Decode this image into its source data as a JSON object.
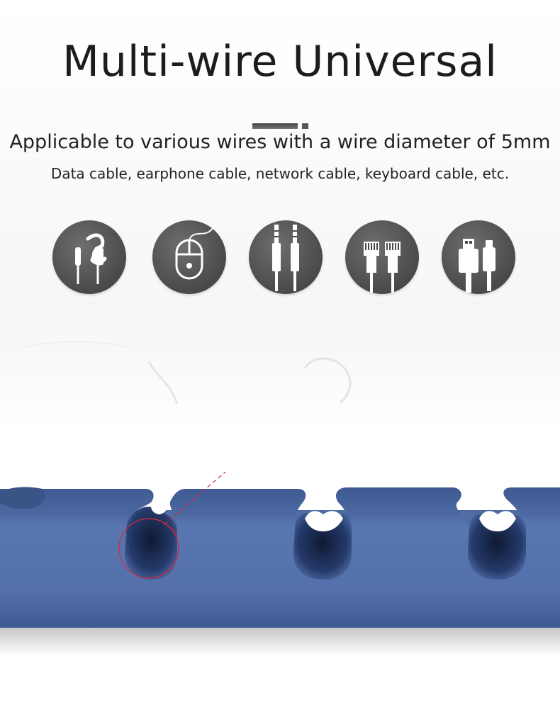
{
  "header": {
    "title": "Multi-wire Universal",
    "subtitle": "Applicable to various wires with a wire diameter of 5mm",
    "note": "Data cable, earphone cable, network cable, keyboard cable, etc."
  },
  "icons": [
    {
      "name": "earphone-cable-icon"
    },
    {
      "name": "mouse-cable-icon"
    },
    {
      "name": "audio-cable-icon"
    },
    {
      "name": "network-cable-icon"
    },
    {
      "name": "data-cable-icon"
    }
  ],
  "colors": {
    "icon_bg": "#555555",
    "product_blue": "#5470a8",
    "product_blue_dark": "#2e4679",
    "accent_red": "#e0263a"
  }
}
